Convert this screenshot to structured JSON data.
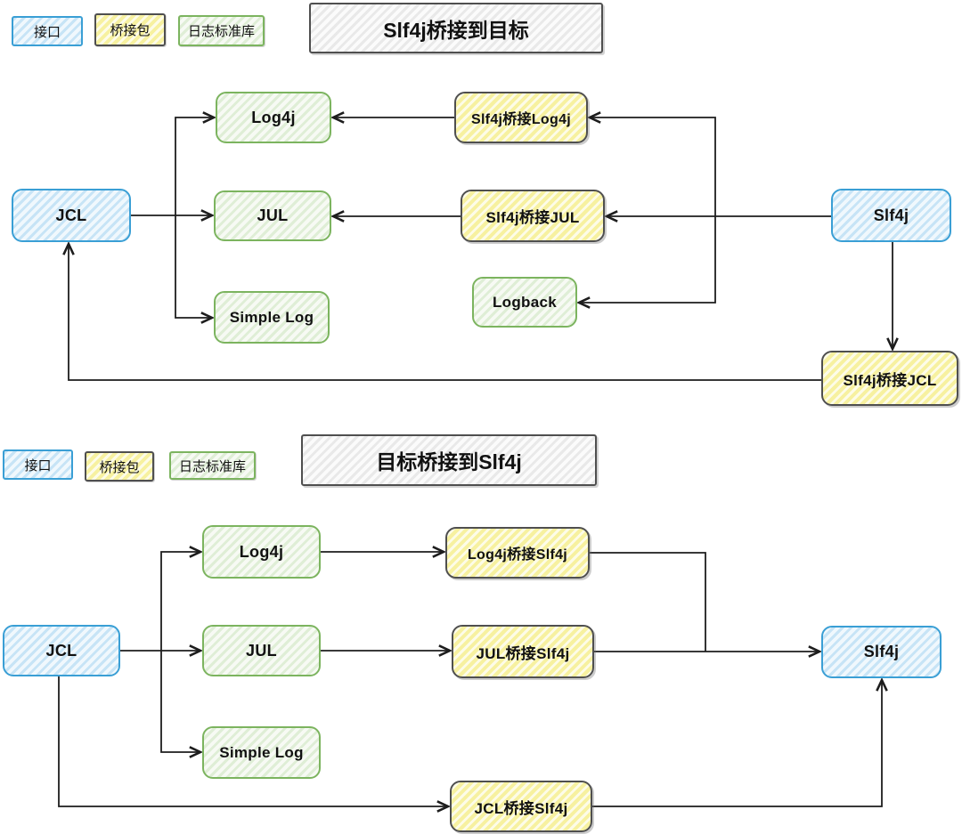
{
  "colors": {
    "interface_border": "#3a9fd5",
    "interface_fill": "#c7e4f6",
    "bridge_border": "#4f4f4f",
    "bridge_fill": "#f7f1a0",
    "library_border": "#7cb45f",
    "library_fill": "#dfeed6",
    "title_border": "#4f4f4f",
    "title_fill": "#e9e9e9",
    "arrow": "#1d1d1d",
    "text": "#111111"
  },
  "legend": {
    "interface": "接口",
    "bridge": "桥接包",
    "library": "日志标准库"
  },
  "top": {
    "title": "Slf4j桥接到目标",
    "nodes": {
      "jcl": "JCL",
      "log4j": "Log4j",
      "jul": "JUL",
      "simple_log": "Simple Log",
      "bridge_log4j": "Slf4j桥接Log4j",
      "bridge_jul": "Slf4j桥接JUL",
      "logback": "Logback",
      "slf4j": "Slf4j",
      "bridge_jcl": "Slf4j桥接JCL"
    }
  },
  "bottom": {
    "title": "目标桥接到Slf4j",
    "nodes": {
      "jcl": "JCL",
      "log4j": "Log4j",
      "jul": "JUL",
      "simple_log": "Simple Log",
      "bridge_log4j": "Log4j桥接Slf4j",
      "bridge_jul": "JUL桥接Slf4j",
      "bridge_jcl": "JCL桥接Slf4j",
      "slf4j": "Slf4j"
    }
  }
}
